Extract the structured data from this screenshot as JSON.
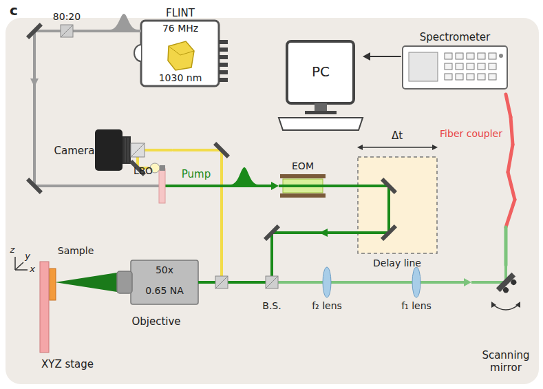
{
  "diagram": {
    "nodes": [
      {
        "text": [
          "FLINT",
          "76 MHz",
          "1030 nm"
        ]
      },
      {
        "text": [
          "PC"
        ]
      },
      {
        "text": [
          "Spectrometer"
        ]
      },
      {
        "text": [
          "EOM"
        ]
      },
      {
        "text": [
          "Δt",
          "Delay line"
        ]
      },
      {
        "text": [
          "50x",
          "0.65 NA",
          "Objective"
        ]
      },
      {
        "text": [
          "XYZ stage"
        ]
      },
      {
        "text": [
          "Sample"
        ]
      },
      {
        "text": [
          "Camera"
        ]
      },
      {
        "text": [
          "Scanning mirror"
        ]
      }
    ],
    "edges": [
      {
        "from": 2,
        "to": 1,
        "arrow": "to"
      },
      {
        "from": 9,
        "to": 2,
        "label": "Fiber coupler",
        "arrow": "none"
      },
      {
        "from": 3,
        "to": 4,
        "arrow": "none"
      },
      {
        "from": 4,
        "to": 5,
        "arrow": "none"
      },
      {
        "from": 8,
        "to": 5,
        "arrow": "none"
      },
      {
        "from": 5,
        "to": 9,
        "arrow": "to"
      },
      {
        "from": 0,
        "to": 3,
        "arrow": "to"
      }
    ],
    "labels": [
      "c",
      "80:20",
      "LBO",
      "Pump",
      "B.S.",
      "f₂ lens",
      "f₁ lens",
      "z",
      "y",
      "x"
    ]
  }
}
